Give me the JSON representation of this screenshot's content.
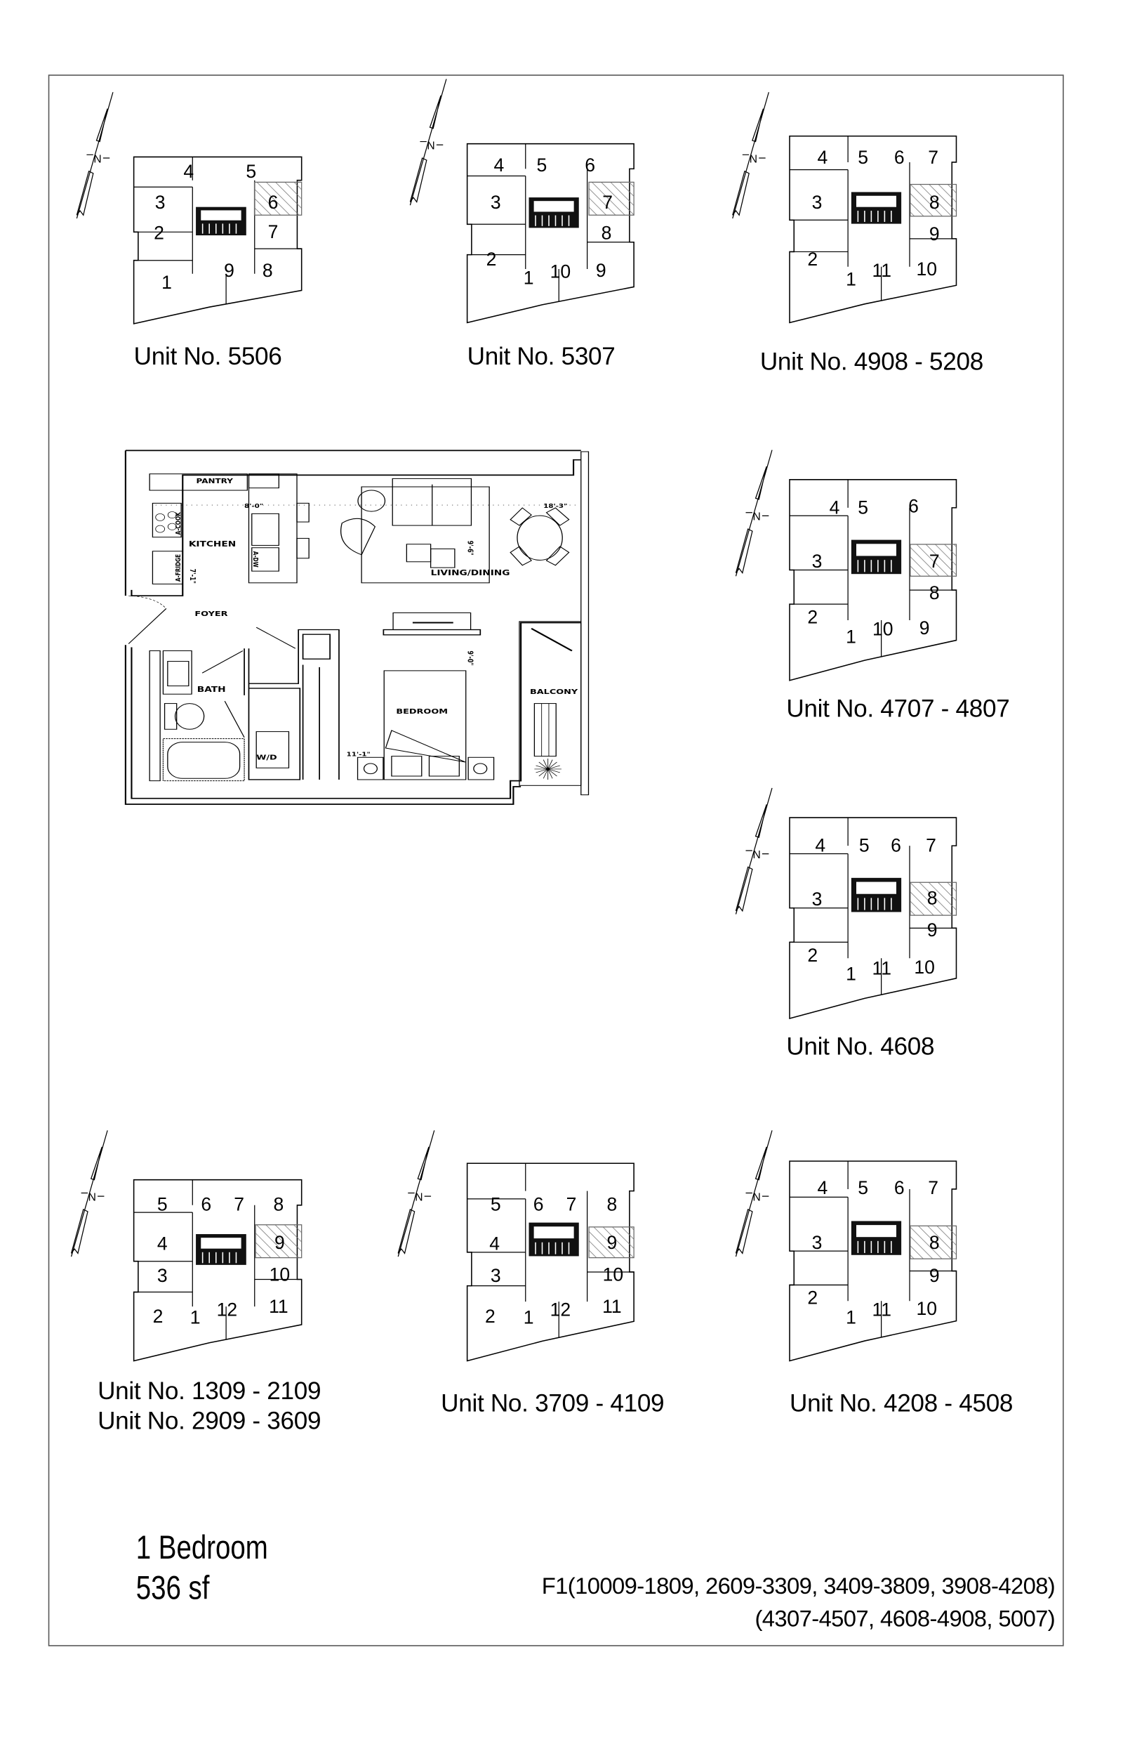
{
  "key_plans": [
    {
      "label": "Unit No. 5506",
      "numbers": [
        "4",
        "5",
        "3",
        "6",
        "2",
        "7",
        "1",
        "9",
        "8"
      ],
      "highlighted": "6"
    },
    {
      "label": "Unit No. 5307",
      "numbers": [
        "4",
        "5",
        "6",
        "3",
        "7",
        "8",
        "2",
        "1",
        "10",
        "9"
      ],
      "highlighted": "7"
    },
    {
      "label": "Unit No. 4908 - 5208",
      "numbers": [
        "4",
        "5",
        "6",
        "7",
        "3",
        "8",
        "9",
        "2",
        "1",
        "11",
        "10"
      ],
      "highlighted": "8"
    },
    {
      "label": "Unit No. 4707 - 4807",
      "numbers": [
        "4",
        "5",
        "6",
        "3",
        "7",
        "8",
        "2",
        "1",
        "10",
        "9"
      ],
      "highlighted": "7"
    },
    {
      "label": "Unit No. 4608",
      "numbers": [
        "4",
        "5",
        "6",
        "7",
        "3",
        "8",
        "9",
        "2",
        "1",
        "11",
        "10"
      ],
      "highlighted": "8"
    },
    {
      "label": "Unit No. 1309 - 2109",
      "label2": "Unit No. 2909 - 3609",
      "numbers": [
        "5",
        "6",
        "7",
        "8",
        "4",
        "9",
        "3",
        "10",
        "2",
        "1",
        "12",
        "11"
      ],
      "highlighted": "9"
    },
    {
      "label": "Unit No. 3709 - 4109",
      "numbers": [
        "5",
        "6",
        "7",
        "8",
        "4",
        "9",
        "3",
        "10",
        "2",
        "1",
        "12",
        "11"
      ],
      "highlighted": "9"
    },
    {
      "label": "Unit No. 4208 - 4508",
      "numbers": [
        "4",
        "5",
        "6",
        "7",
        "3",
        "8",
        "9",
        "2",
        "1",
        "11",
        "10"
      ],
      "highlighted": "8"
    }
  ],
  "compass_letter": "N",
  "floor_plan": {
    "rooms": {
      "pantry": "PANTRY",
      "kitchen": "KITCHEN",
      "living_dining": "LIVING/DINING",
      "foyer": "FOYER",
      "bath": "BATH",
      "wd": "W/D",
      "bedroom": "BEDROOM",
      "balcony": "BALCONY"
    },
    "appliances": {
      "cook": "A-COOK",
      "fridge": "A-FRIDGE",
      "dw": "A-DW"
    },
    "dimensions": {
      "kitchen_width": "8'-0\"",
      "living_width": "18'-3\"",
      "living_depth": "9'-6\"",
      "kitchen_depth": "7'-1\"",
      "bedroom_depth": "9'-0\"",
      "bedroom_width": "11'-1\""
    }
  },
  "summary": {
    "type": "1 Bedroom",
    "area": "536 sf",
    "floors_line1": "F1(10009-1809, 2609-3309, 3409-3809, 3908-4208)",
    "floors_line2": "(4307-4507, 4608-4908, 5007)"
  }
}
